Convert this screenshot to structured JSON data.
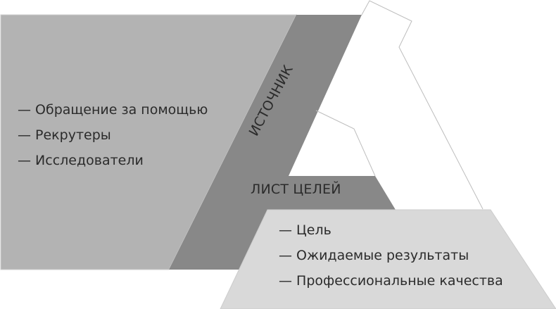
{
  "colors": {
    "background": "#ffffff",
    "left_panel": "#b3b3b3",
    "dark_band": "#888888",
    "bottom_panel": "#d9d9d9",
    "outline": "#bdbdbd",
    "text": "#2b2b2b"
  },
  "left_panel": {
    "items": [
      {
        "label": "— Обращение за помощью"
      },
      {
        "label": "— Рекрутеры"
      },
      {
        "label": "— Исследователи"
      }
    ]
  },
  "band": {
    "source_label": "ИСТОЧНИК",
    "goals_label": "ЛИСТ ЦЕЛЕЙ"
  },
  "bottom_panel": {
    "items": [
      {
        "label": "— Цель"
      },
      {
        "label": "— Ожидаемые результаты"
      },
      {
        "label": "— Профессиональные качества"
      }
    ]
  }
}
